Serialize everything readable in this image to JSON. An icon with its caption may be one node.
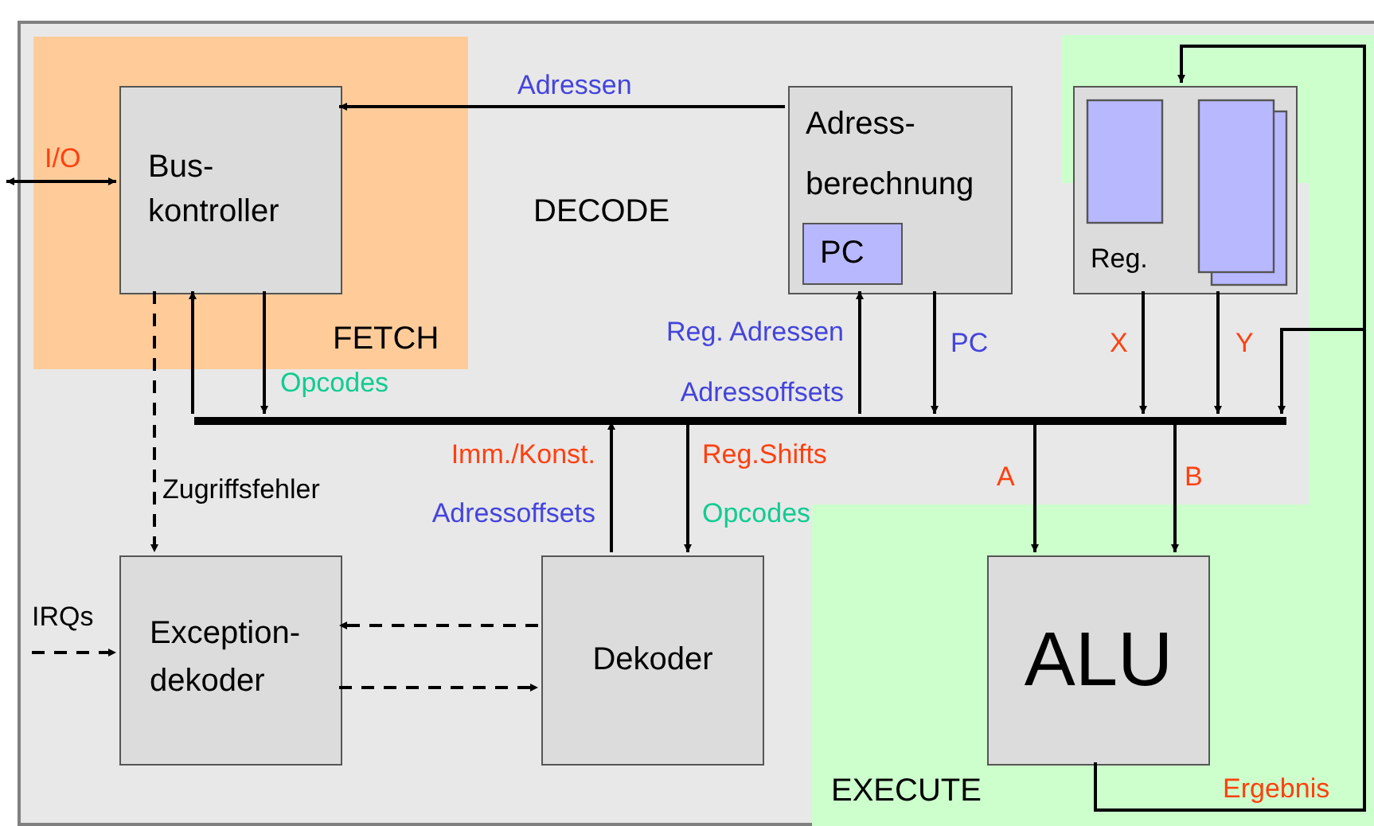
{
  "diagram": {
    "nodes": [
      {
        "text": [
          "DECODE"
        ]
      },
      {
        "text": [
          "FETCH"
        ],
        "in": 0
      },
      {
        "text": [
          "Bus- kontroller"
        ],
        "in": 1
      },
      {
        "text": [
          "Adress- berechnung"
        ],
        "in": 0
      },
      {
        "text": [
          "PC"
        ],
        "in": 3
      },
      {
        "text": [
          "Reg."
        ],
        "in": 0
      },
      {
        "text": [
          "EXECUTE"
        ],
        "in": 0
      },
      {
        "text": [
          "ALU"
        ],
        "in": 6
      },
      {
        "text": [
          "Exception- dekoder"
        ],
        "in": 0
      },
      {
        "text": [
          "Dekoder"
        ],
        "in": 0
      },
      {
        "text": [],
        "shape": "bar",
        "in": 0
      }
    ],
    "edges": [
      {
        "from": 3,
        "to": 2,
        "arrow": "to",
        "label": "Adressen"
      },
      {
        "from": null,
        "to": 2,
        "arrow": "both",
        "label": "I/O"
      },
      {
        "from": 10,
        "to": 2,
        "arrow": "to"
      },
      {
        "from": 2,
        "to": 10,
        "arrow": "to",
        "label": "Opcodes"
      },
      {
        "from": 2,
        "to": 8,
        "arrow": "to",
        "style": "dashed",
        "label": "Zugriffsfehler"
      },
      {
        "from": 10,
        "to": 3,
        "arrow": "to",
        "label": "Reg. Adressen Adressoffsets"
      },
      {
        "from": 3,
        "to": 10,
        "arrow": "to",
        "label": "PC"
      },
      {
        "from": 5,
        "to": 10,
        "arrow": "to",
        "label": "X"
      },
      {
        "from": 5,
        "to": 10,
        "arrow": "to",
        "label": "Y"
      },
      {
        "from": 7,
        "to": 5,
        "arrow": "to",
        "label": "Ergebnis"
      },
      {
        "from": 7,
        "to": 10,
        "arrow": "to"
      },
      {
        "from": 9,
        "to": 10,
        "arrow": "to"
      },
      {
        "from": 10,
        "to": 9,
        "arrow": "to"
      },
      {
        "from": 10,
        "to": 7,
        "arrow": "to",
        "label": "A"
      },
      {
        "from": 10,
        "to": 7,
        "arrow": "to",
        "label": "B"
      },
      {
        "from": null,
        "to": 8,
        "arrow": "to",
        "style": "dashed",
        "label": "IRQs"
      },
      {
        "from": 9,
        "to": 8,
        "arrow": "to",
        "style": "dashed"
      },
      {
        "from": 8,
        "to": 9,
        "arrow": "to",
        "style": "dashed"
      }
    ],
    "labels": [
      "Imm./Konst.",
      "Adressoffsets",
      "Reg.Shifts",
      "Opcodes"
    ]
  }
}
